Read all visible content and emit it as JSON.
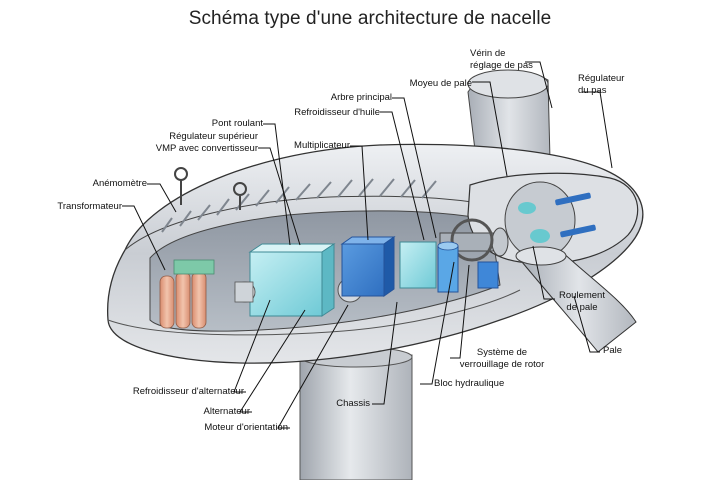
{
  "title": "Schéma type d'une architecture de nacelle",
  "labels": {
    "verin": "Vérin de\nréglage de pas",
    "regulateur_pas": "Régulateur\ndu pas",
    "moyeu": "Moyeu de pale",
    "arbre": "Arbre principal",
    "refroidisseur_huile": "Refroidisseur d'huile",
    "pont_roulant": "Pont roulant",
    "regulateur_superieur": "Régulateur supérieur\nVMP avec convertisseur",
    "multiplicateur": "Multiplicateur",
    "anemometre": "Anémomètre",
    "transformateur": "Transformateur",
    "roulement": "Roulement\nde pale",
    "pale": "Pale",
    "systeme_verrouillage": "Système de\nverrouillage de rotor",
    "bloc_hydraulique": "Bloc hydraulique",
    "chassis": "Chassis",
    "refroidisseur_alternateur": "Refroidisseur d'alternateur",
    "alternateur": "Alternateur",
    "moteur_orientation": "Moteur d'orientation"
  }
}
